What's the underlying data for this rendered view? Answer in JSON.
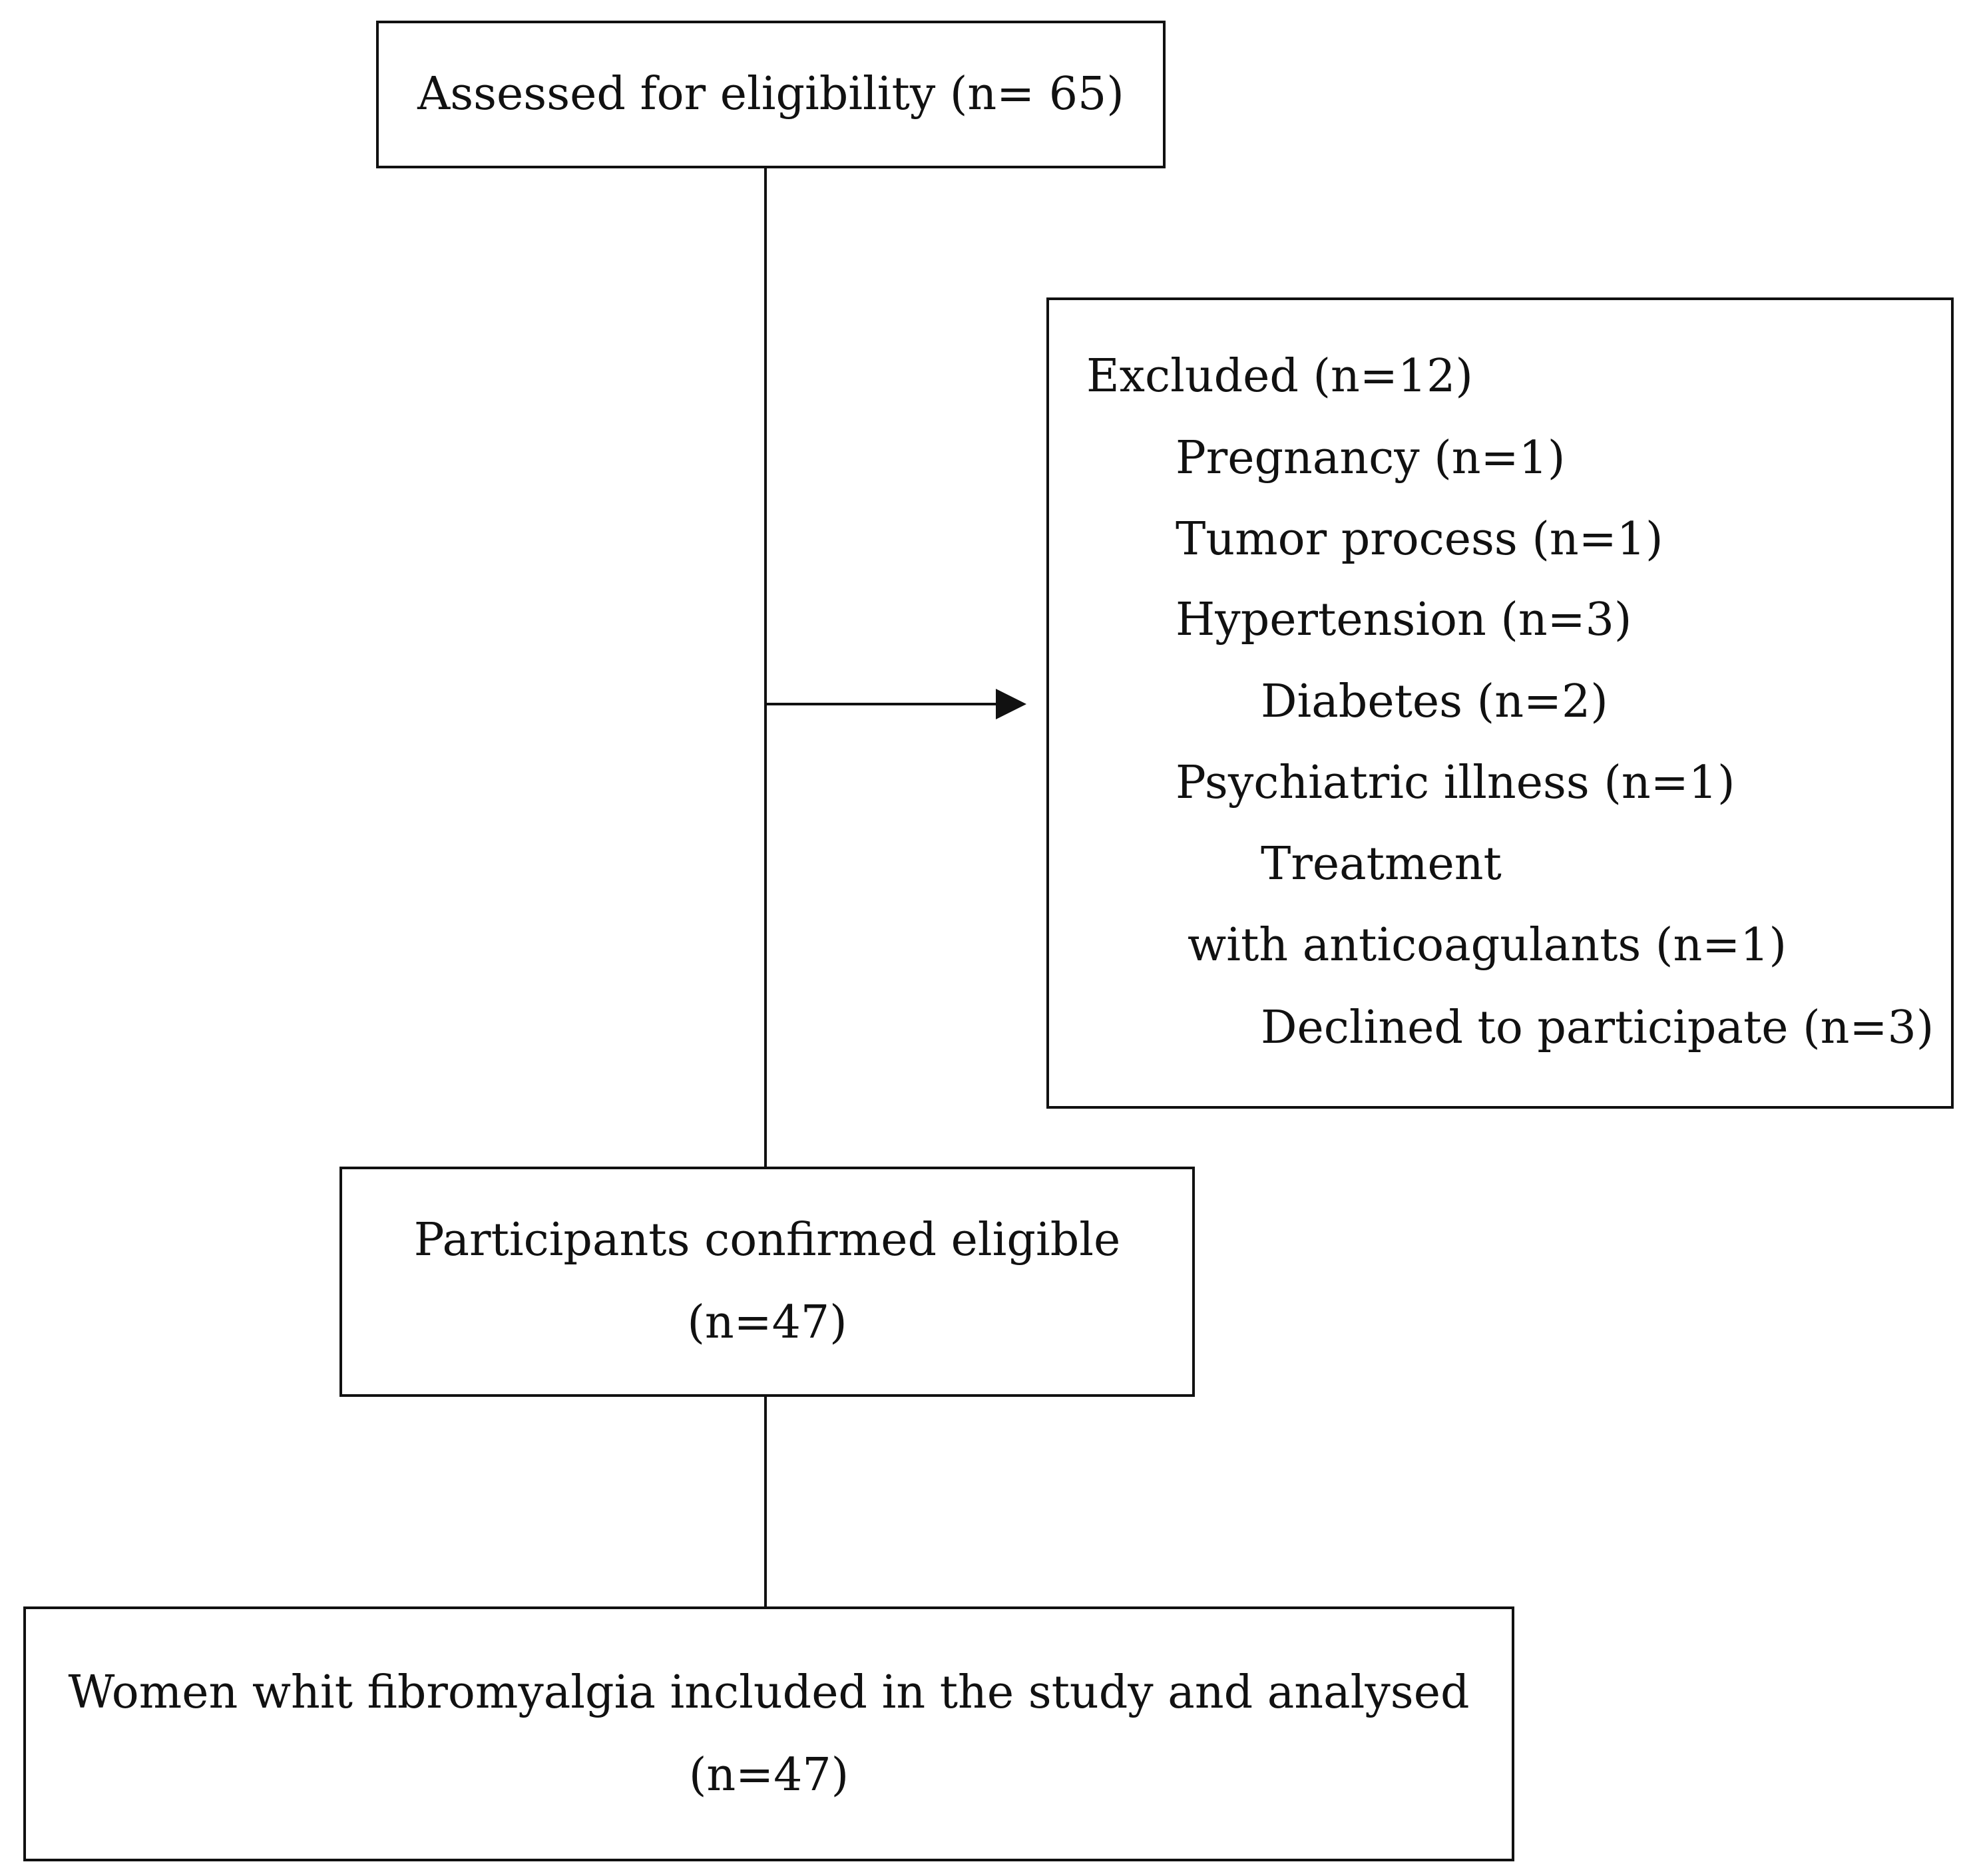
{
  "assessed": {
    "label": "Assessed for eligibility (n= 65)"
  },
  "excluded": {
    "title": "Excluded (n=12)",
    "reasons": [
      "Pregnancy (n=1)",
      "Tumor process (n=1)",
      "Hypertension (n=3)",
      "Diabetes (n=2)",
      "Psychiatric illness (n=1)",
      "Treatment",
      "with anticoagulants (n=1)",
      "Declined to participate (n=3)"
    ]
  },
  "confirmed": {
    "line1": "Participants confirmed eligible",
    "line2": "(n=47)"
  },
  "included": {
    "line1": "Women whit fibromyalgia included in the study and analysed",
    "line2": "(n=47)"
  }
}
